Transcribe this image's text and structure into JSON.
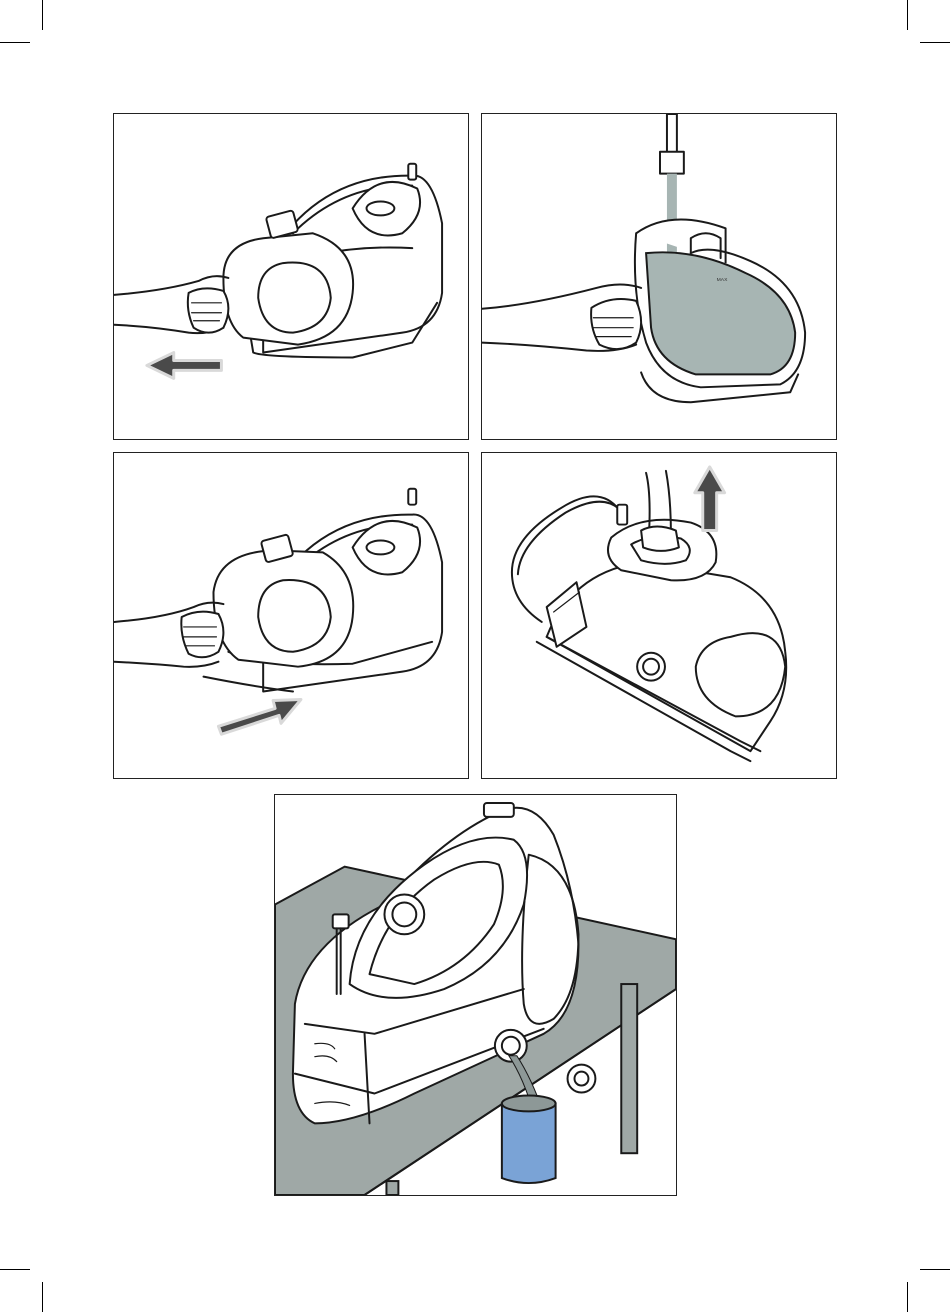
{
  "figures": [
    {
      "id": "fig-1",
      "arrow_direction": "left"
    },
    {
      "id": "fig-2",
      "water_color": "#a7b5b3",
      "tank_marking": "MAX"
    },
    {
      "id": "fig-3",
      "arrow_direction": "up-right"
    },
    {
      "id": "fig-4",
      "arrow_direction": "up"
    },
    {
      "id": "fig-5",
      "table_color": "#9fa8a6",
      "container_color": "#7aa3d6",
      "drain_color": "#8d9897"
    }
  ]
}
